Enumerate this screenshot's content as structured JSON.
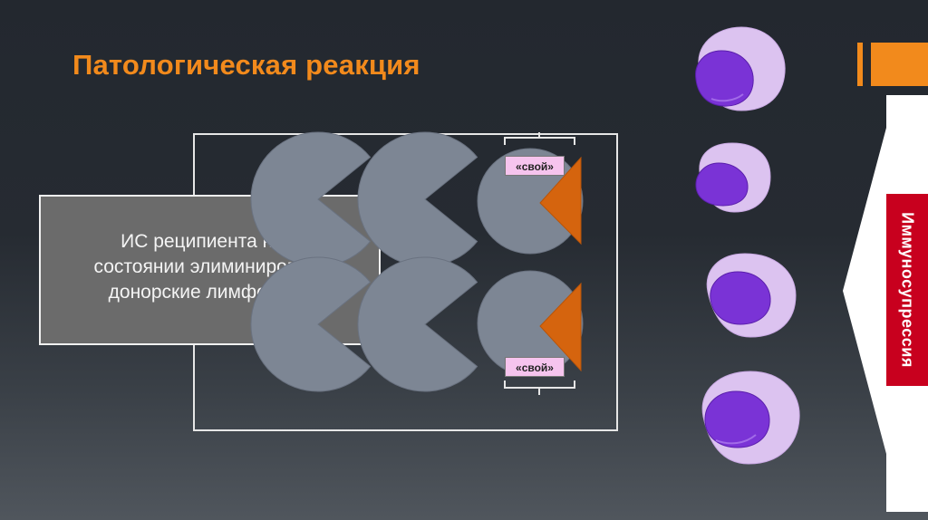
{
  "slide": {
    "title": "Патологическая реакция",
    "ic_text": "ИС реципиента не в\nсостоянии элиминировать\nдонорские лимфоциты",
    "self_label": "«свой»",
    "immuno_label": "Иммуносупрессия"
  },
  "colors": {
    "accent": "#f28a1c",
    "pacman": "#7d8694",
    "antigen": "#d5640e",
    "cell_outer": "#dcc3f0",
    "cell_nucleus": "#7a33d6",
    "self_label_bg": "#f6c4ee",
    "immuno_band": "#c8001e"
  }
}
